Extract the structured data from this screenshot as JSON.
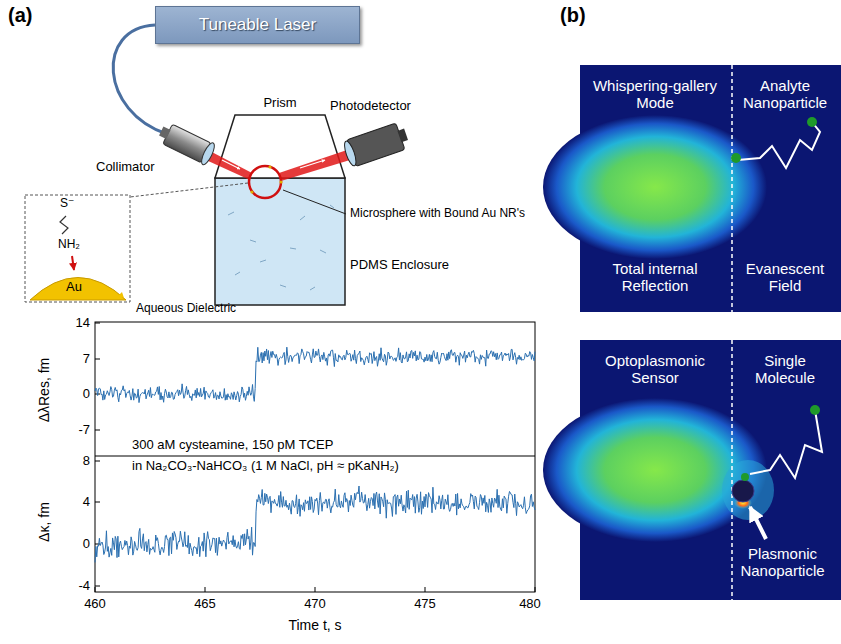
{
  "diagram": {
    "nodes": [
      {
        "text": [
          "Tuneable Laser"
        ]
      },
      {
        "text": [
          "Whispering-gallery Mode",
          "Analyte Nanoparticle",
          "Total internal Reflection",
          "Evanescent Field"
        ]
      },
      {
        "text": [
          "Optoplasmonic Sensor",
          "Single Molecule",
          "Plasmonic Nanoparticle"
        ]
      }
    ],
    "labels": [
      "(a)",
      "Collimator",
      "Photodetector",
      "Prism",
      "Microsphere with Bound Au NR's",
      "PDMS Enclosure",
      "Aqueous Dielectric",
      "S⁻",
      "NH₂",
      "Au",
      "14",
      "7",
      "0",
      "-7",
      "ΔλRes, fm",
      "300 aM cysteamine, 150 pM TCEP",
      "in Na₂CO₃-NaHCO₃ (1 M NaCl, pH ≈ pKaNH₂)",
      "8",
      "4",
      "0",
      "-4",
      "Δκ, fm",
      "460",
      "465",
      "470",
      "475",
      "480",
      "Time t, s",
      "(b)"
    ]
  }
}
